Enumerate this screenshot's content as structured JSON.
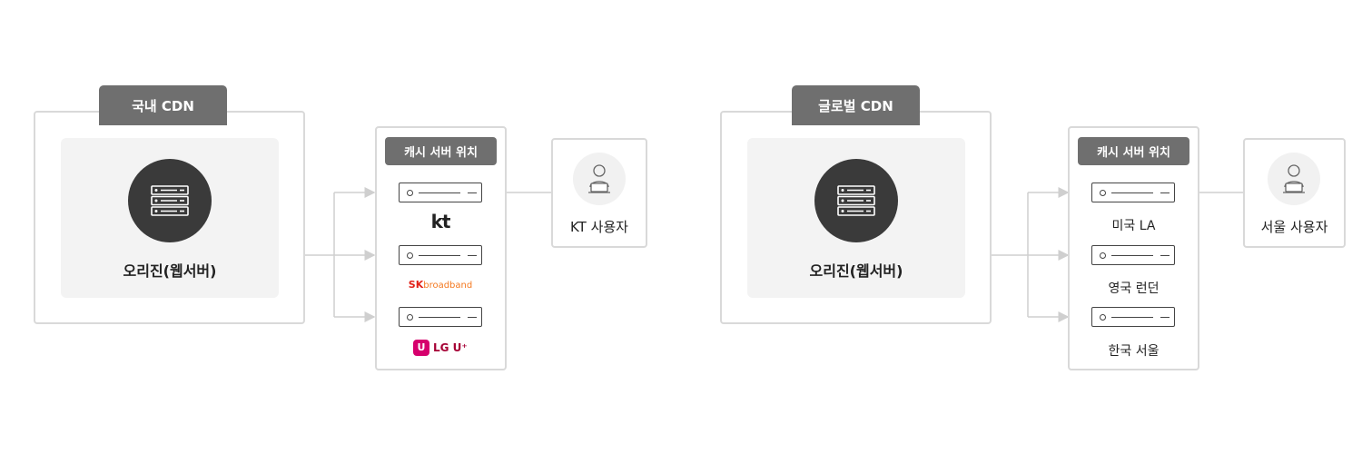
{
  "colors": {
    "tab": "#6f6f6f",
    "border": "#d9d9d9",
    "inner": "#f3f3f3",
    "origin": "#3a3a3a",
    "kt": "#222222",
    "sk_red": "#e2231a",
    "sk_orange": "#f47920",
    "lgu": "#d6006d"
  },
  "domestic": {
    "tab": "국내 CDN",
    "origin_label": "오리진(웹서버)",
    "cache_title": "캐시 서버 위치",
    "locations": [
      {
        "logo": "kt-logo",
        "text": "kt"
      },
      {
        "logo": "sk-broadband-logo",
        "text": "SK",
        "sub": "broadband"
      },
      {
        "logo": "lg-uplus-logo",
        "badge": "U",
        "text": "LG U⁺"
      }
    ],
    "user_label": "KT 사용자"
  },
  "global": {
    "tab": "글로벌 CDN",
    "origin_label": "오리진(웹서버)",
    "cache_title": "캐시 서버 위치",
    "locations": [
      "미국 LA",
      "영국 런던",
      "한국 서울"
    ],
    "user_label": "서울 사용자"
  },
  "icons": {
    "origin": "server-stack-icon",
    "server": "server-rack-icon",
    "user": "user-laptop-icon"
  }
}
